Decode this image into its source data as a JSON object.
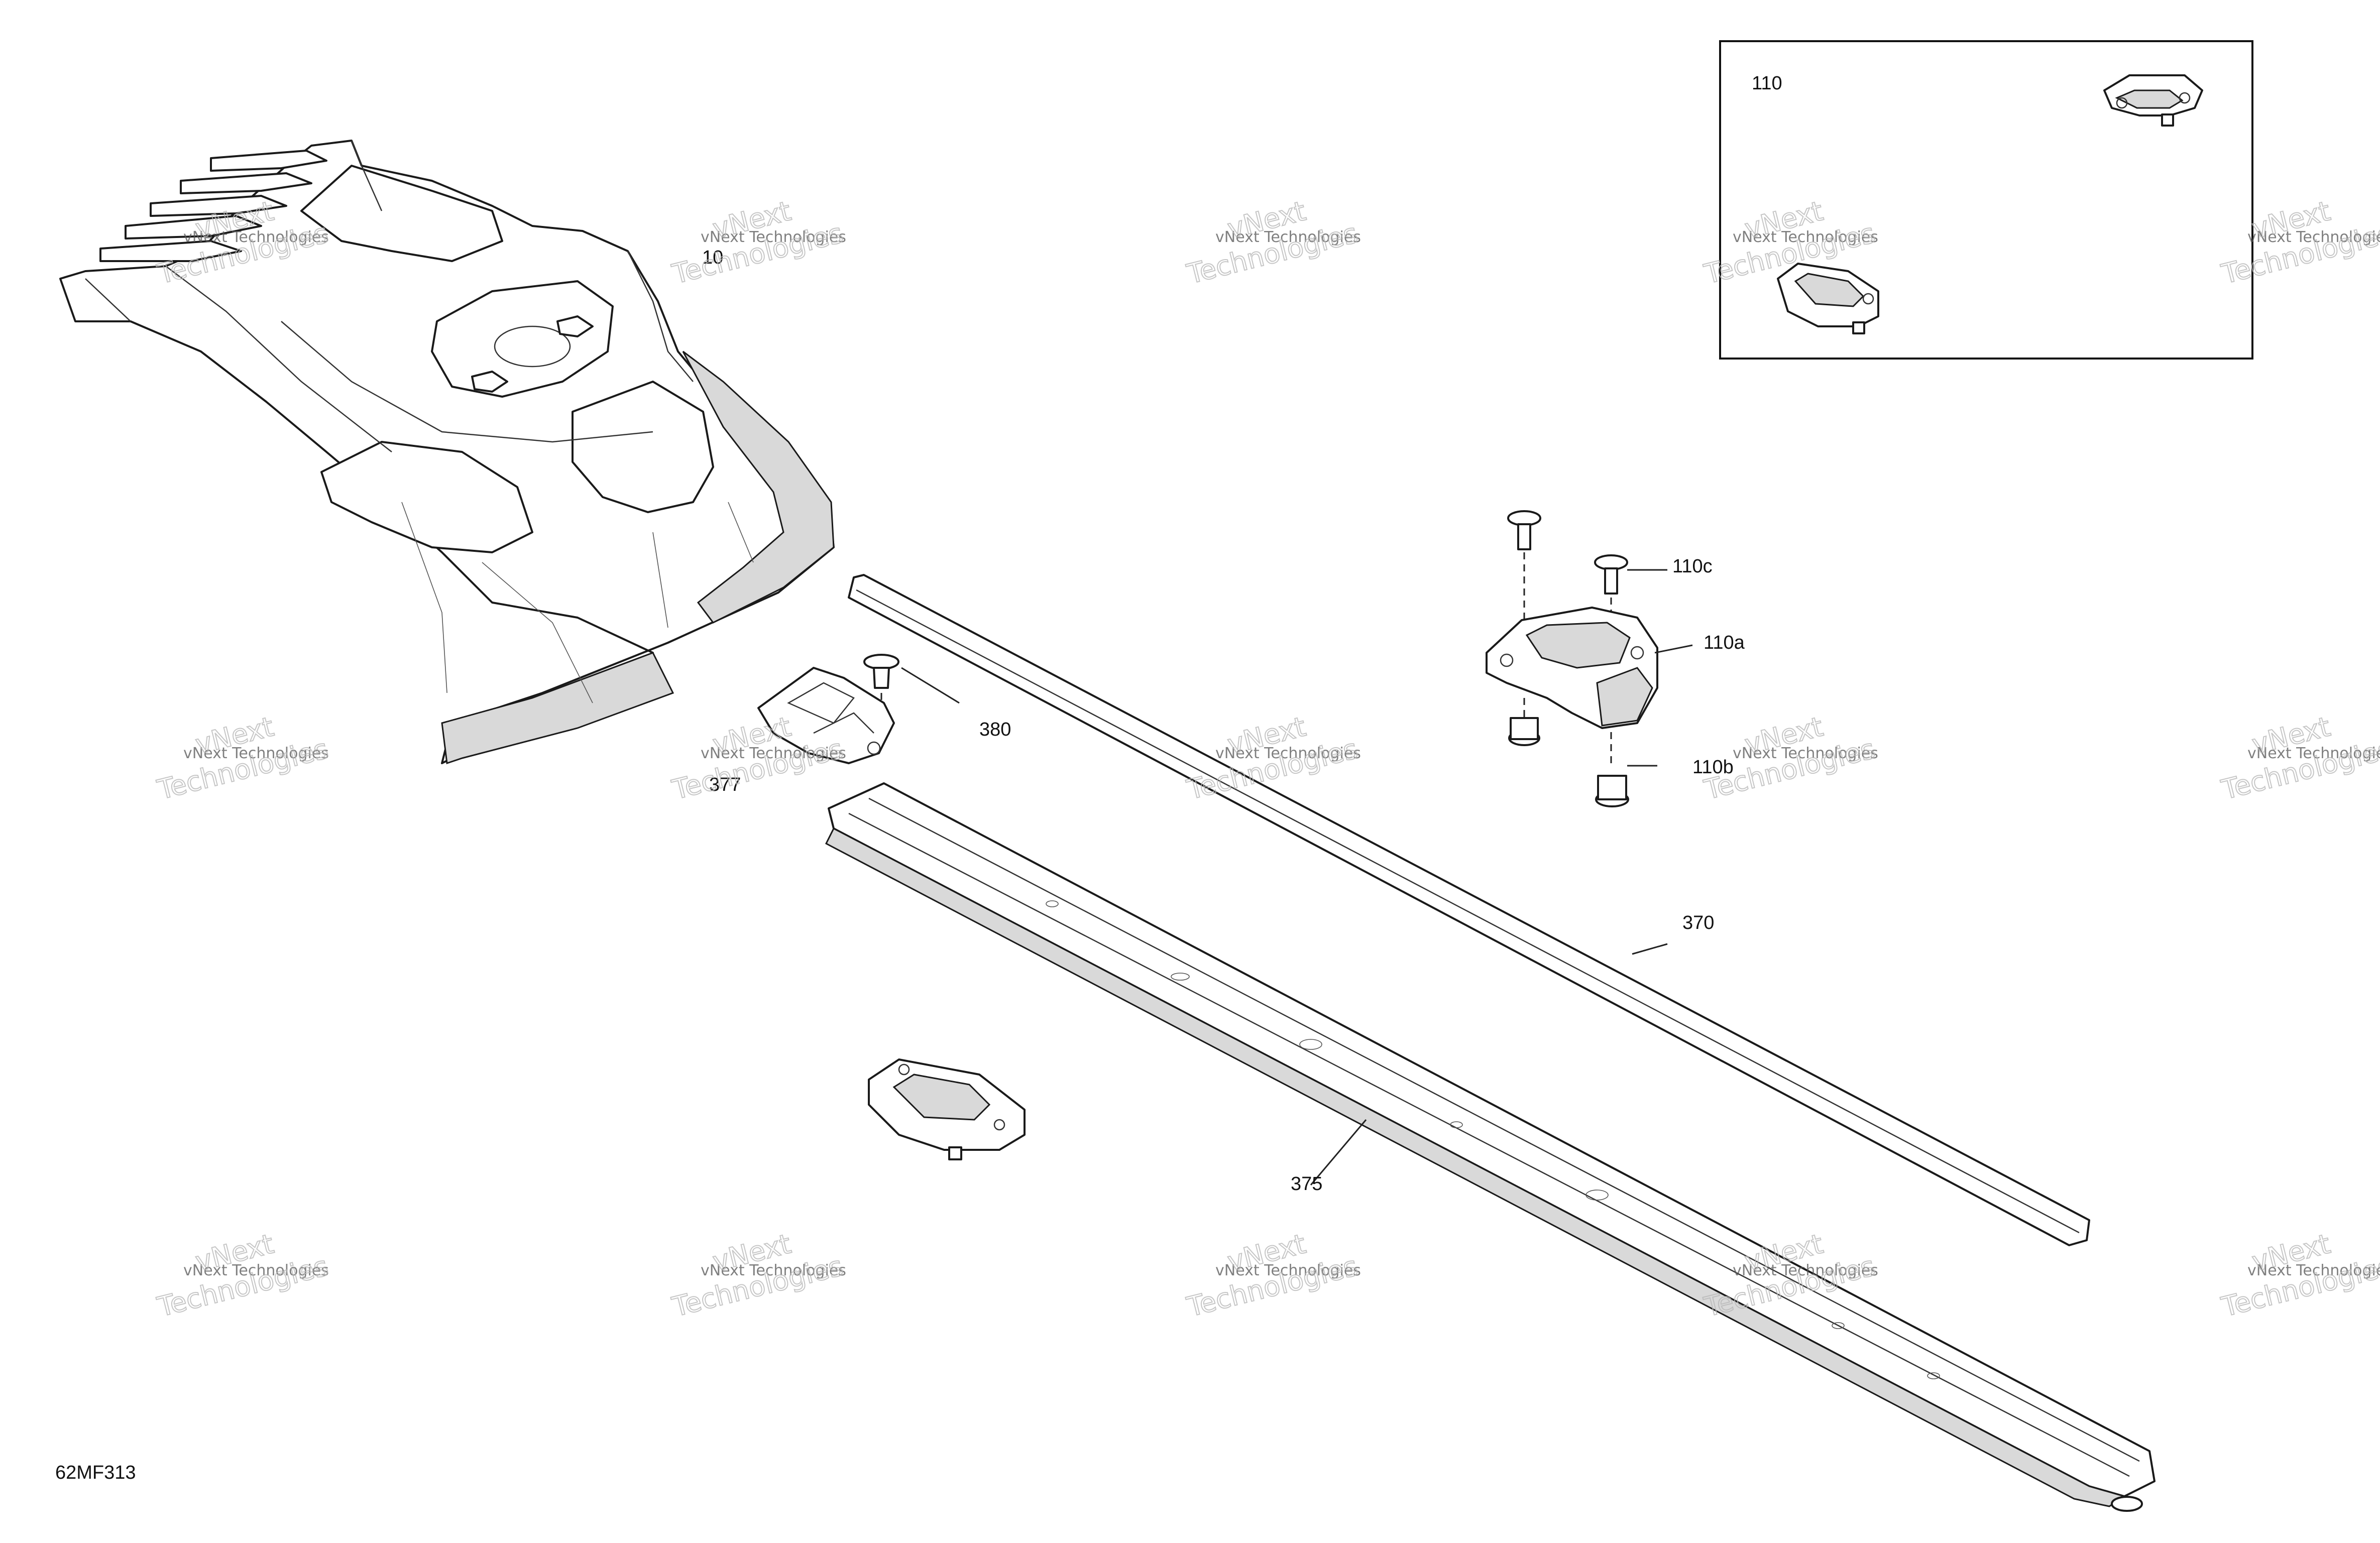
{
  "diagram_code": "62MF313",
  "watermark": {
    "line1": "vNext Technologies",
    "line2": "vNext",
    "line3": "Technologies"
  },
  "callouts": {
    "c10": "10",
    "c110": "110",
    "c110a": "110a",
    "c110b": "110b",
    "c110c": "110c",
    "c370": "370",
    "c375": "375",
    "c377": "377",
    "c380": "380"
  }
}
